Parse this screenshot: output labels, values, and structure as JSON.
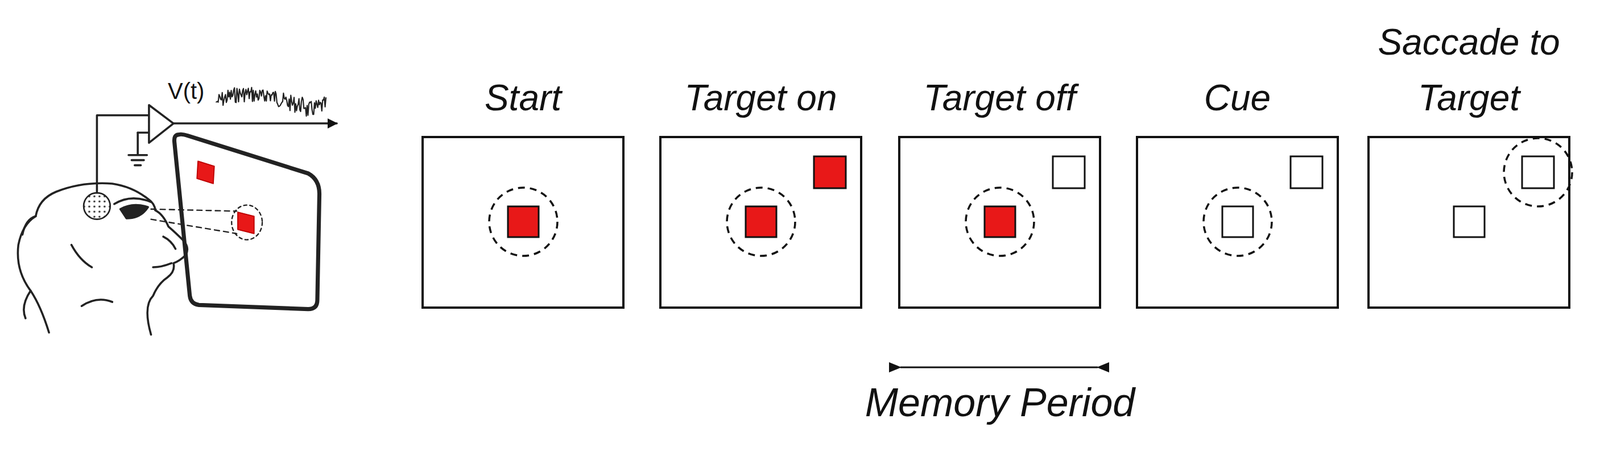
{
  "diagram": {
    "nodes": [
      {
        "text": [
          "Start"
        ]
      },
      {
        "text": [
          "Target on"
        ]
      },
      {
        "text": [
          "Target off"
        ]
      },
      {
        "text": [
          "Cue"
        ]
      },
      {
        "text": [
          "Saccade to Target"
        ]
      }
    ],
    "labels": [
      "V(t)",
      "Memory Period"
    ]
  }
}
